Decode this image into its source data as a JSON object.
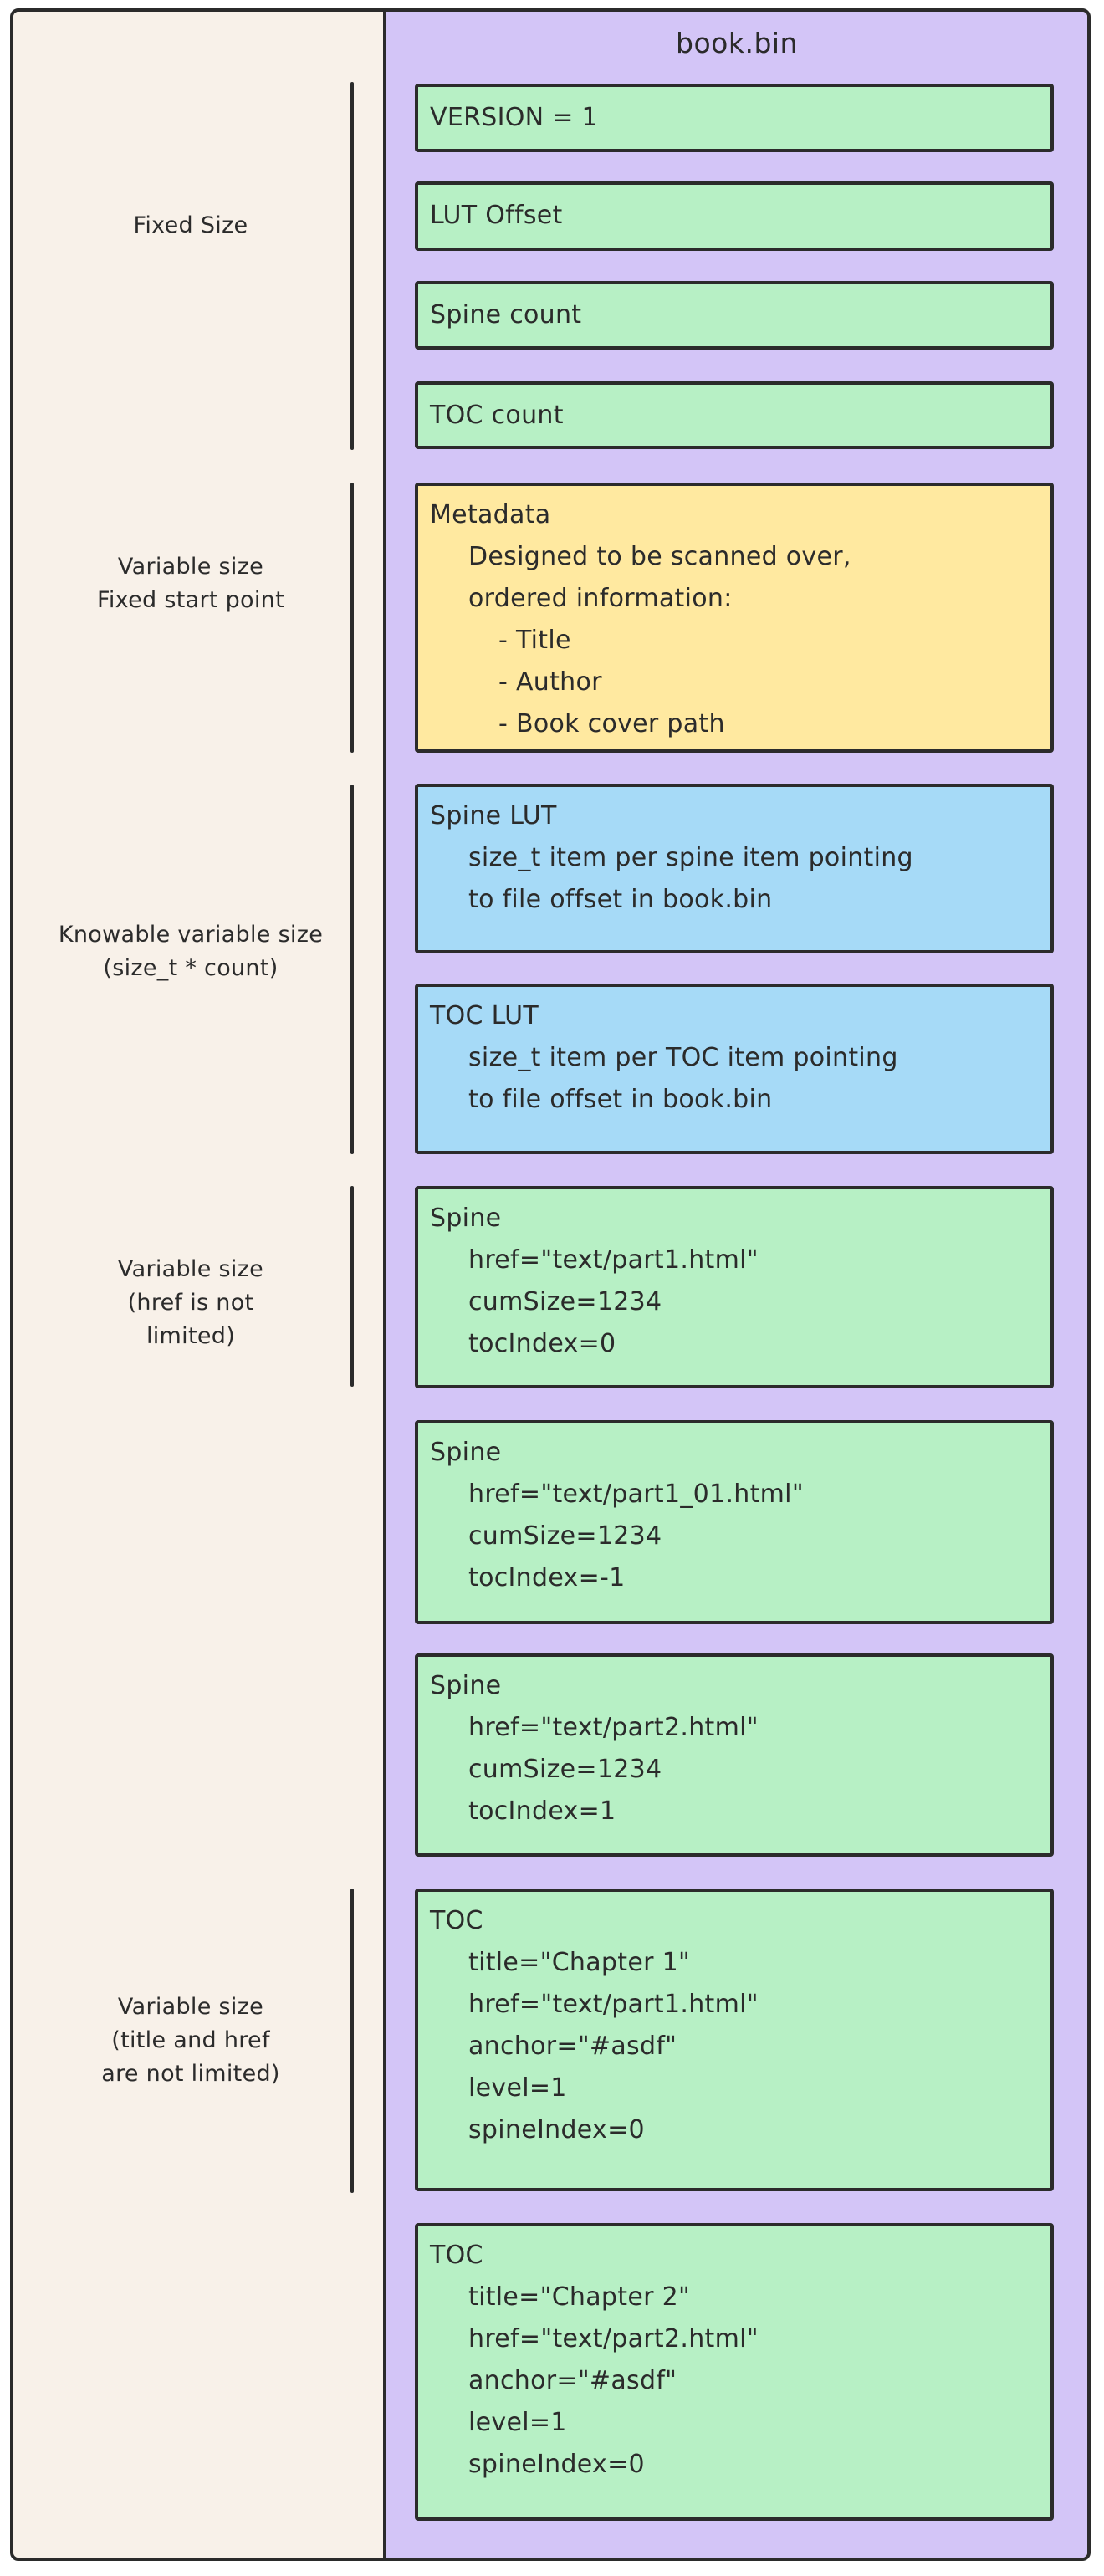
{
  "colors": {
    "stroke": "#2b2b2b",
    "panel_violet": "#d3c5f7",
    "label_column_cream": "#f8f1e9",
    "record_green": "#b7f0c5",
    "lut_blue": "#a6daf7",
    "metadata_yellow": "#ffe9a0"
  },
  "sidebar": {
    "groups": [
      {
        "lines": [
          "Fixed Size"
        ]
      },
      {
        "lines": [
          "Variable size",
          "Fixed start point"
        ]
      },
      {
        "lines": [
          "Knowable variable size",
          "(size_t * count)"
        ]
      },
      {
        "lines": [
          "Variable size",
          "(href is not",
          "limited)"
        ]
      },
      {
        "lines": [
          "Variable size",
          "(title and href",
          "are not limited)"
        ]
      }
    ]
  },
  "panel": {
    "title": "book.bin",
    "boxes": [
      {
        "color": "green",
        "title": "VERSION = 1",
        "lines": []
      },
      {
        "color": "green",
        "title": "LUT Offset",
        "lines": []
      },
      {
        "color": "green",
        "title": "Spine count",
        "lines": []
      },
      {
        "color": "green",
        "title": "TOC count",
        "lines": []
      },
      {
        "color": "yellow",
        "title": "Metadata",
        "lines": [
          "Designed to be scanned over,",
          "ordered information:",
          "- Title",
          "- Author",
          "- Book cover path"
        ]
      },
      {
        "color": "blue",
        "title": "Spine LUT",
        "lines": [
          "size_t item per spine item pointing",
          "to file offset in book.bin"
        ]
      },
      {
        "color": "blue",
        "title": "TOC LUT",
        "lines": [
          "size_t item per TOC item pointing",
          "to file offset in book.bin"
        ]
      },
      {
        "color": "green",
        "title": "Spine",
        "lines": [
          "href=\"text/part1.html\"",
          "cumSize=1234",
          "tocIndex=0"
        ]
      },
      {
        "color": "green",
        "title": "Spine",
        "lines": [
          "href=\"text/part1_01.html\"",
          "cumSize=1234",
          "tocIndex=-1"
        ]
      },
      {
        "color": "green",
        "title": "Spine",
        "lines": [
          "href=\"text/part2.html\"",
          "cumSize=1234",
          "tocIndex=1"
        ]
      },
      {
        "color": "green",
        "title": "TOC",
        "lines": [
          "title=\"Chapter 1\"",
          "href=\"text/part1.html\"",
          "anchor=\"#asdf\"",
          "level=1",
          "spineIndex=0"
        ]
      },
      {
        "color": "green",
        "title": "TOC",
        "lines": [
          "title=\"Chapter 2\"",
          "href=\"text/part2.html\"",
          "anchor=\"#asdf\"",
          "level=1",
          "spineIndex=0"
        ]
      }
    ]
  }
}
